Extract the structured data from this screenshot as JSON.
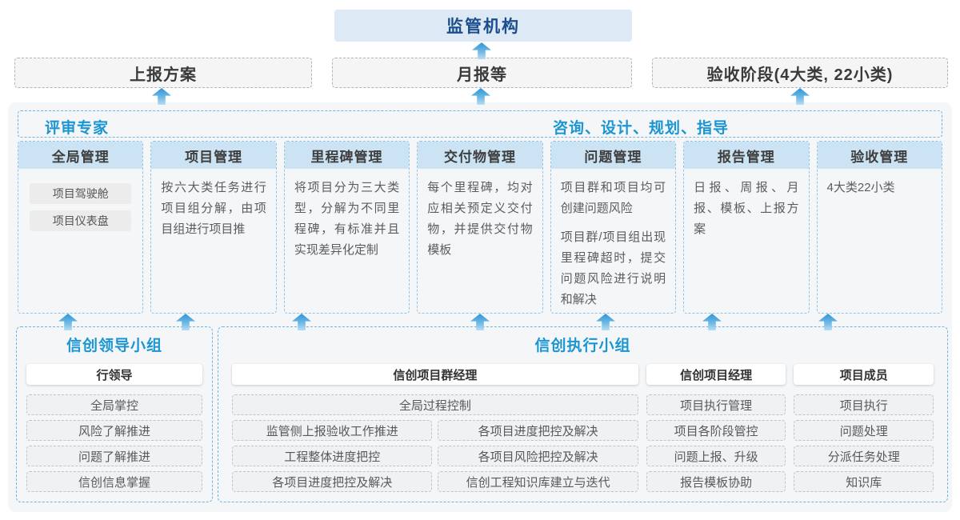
{
  "colors": {
    "accent_blue": "#1b96d2",
    "dark_blue_title": "#1a4e8c",
    "regulator_bg": "#dde9f5",
    "column_header_bg": "#cbe3f2",
    "panel_bg": "#f4f6f8",
    "dashed_blue_border": "#6cb5e2",
    "dashed_gray_border": "#b4b4b4",
    "arrow_blue": "#2e95d6"
  },
  "top": {
    "regulator": "监管机构",
    "outputs": [
      {
        "label": "上报方案"
      },
      {
        "label": "月报等"
      },
      {
        "label": "验收阶段(4大类, 22小类)"
      }
    ]
  },
  "middle": {
    "expert_label": "评审专家",
    "advisory_label": "咨询、设计、规划、指导",
    "columns": [
      {
        "title": "全局管理",
        "items": [
          "项目驾驶舱",
          "项目仪表盘"
        ]
      },
      {
        "title": "项目管理",
        "paragraphs": [
          "按六大类任务进行项目组分解，由项目组进行项目推"
        ]
      },
      {
        "title": "里程碑管理",
        "paragraphs": [
          "将项目分为三大类型，分解为不同里程碑，有标准并且实现差异化定制"
        ]
      },
      {
        "title": "交付物管理",
        "paragraphs": [
          "每个里程碑，均对应相关预定义交付物，并提供交付物模板"
        ]
      },
      {
        "title": "问题管理",
        "paragraphs": [
          "项目群和项目均可创建问题风险",
          "项目群/项目组出现里程碑超时，提交问题风险进行说明和解决"
        ]
      },
      {
        "title": "报告管理",
        "paragraphs": [
          "日报、周报、月报、模板、上报方案"
        ]
      },
      {
        "title": "验收管理",
        "paragraphs": [
          "4大类22小类"
        ]
      }
    ]
  },
  "bottom": {
    "leader_group": {
      "title": "信创领导小组",
      "role": "行领导",
      "items": [
        "全局掌控",
        "风险了解推进",
        "问题了解推进",
        "信创信息掌握"
      ]
    },
    "exec_group": {
      "title": "信创执行小组",
      "program_manager": {
        "role": "信创项目群经理",
        "full_item": "全局过程控制",
        "left_items": [
          "监管侧上报验收工作推进",
          "工程整体进度把控",
          "各项目进度把控及解决"
        ],
        "right_items": [
          "各项目进度把控及解决",
          "各项目风险把控及解决",
          "信创工程知识库建立与迭代"
        ]
      },
      "project_manager": {
        "role": "信创项目经理",
        "items": [
          "项目执行管理",
          "项目各阶段管控",
          "问题上报、升级",
          "报告模板协助"
        ]
      },
      "member": {
        "role": "项目成员",
        "items": [
          "项目执行",
          "问题处理",
          "分派任务处理",
          "知识库"
        ]
      }
    }
  }
}
